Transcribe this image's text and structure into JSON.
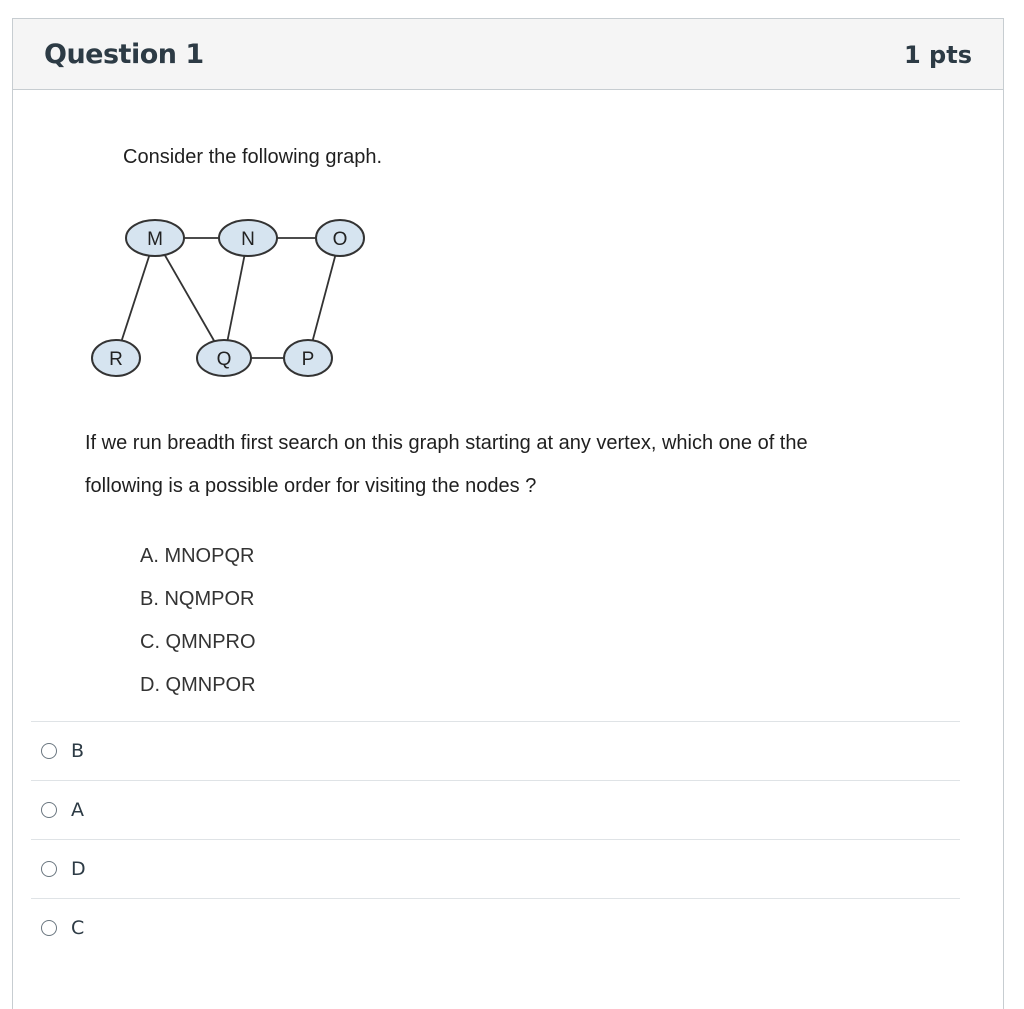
{
  "header": {
    "title": "Question 1",
    "points": "1 pts"
  },
  "question": {
    "intro": "Consider the following graph.",
    "prompt_line1": "If we run breadth first search on this graph starting at any vertex, which one of the",
    "prompt_line2": "following is a possible order for visiting the nodes ?",
    "options": [
      "A.  MNOPQR",
      "B.   NQMPOR",
      "C.   QMNPRO",
      "D.   QMNPOR"
    ]
  },
  "graph": {
    "nodes": {
      "M": "M",
      "N": "N",
      "O": "O",
      "R": "R",
      "Q": "Q",
      "P": "P"
    },
    "edges": [
      [
        "M",
        "N"
      ],
      [
        "N",
        "O"
      ],
      [
        "M",
        "R"
      ],
      [
        "M",
        "Q"
      ],
      [
        "N",
        "Q"
      ],
      [
        "O",
        "P"
      ],
      [
        "Q",
        "P"
      ]
    ],
    "node_fill": "#d6e4f0",
    "node_stroke": "#333333"
  },
  "answers": [
    {
      "label": "B"
    },
    {
      "label": "A"
    },
    {
      "label": "D"
    },
    {
      "label": "C"
    }
  ]
}
